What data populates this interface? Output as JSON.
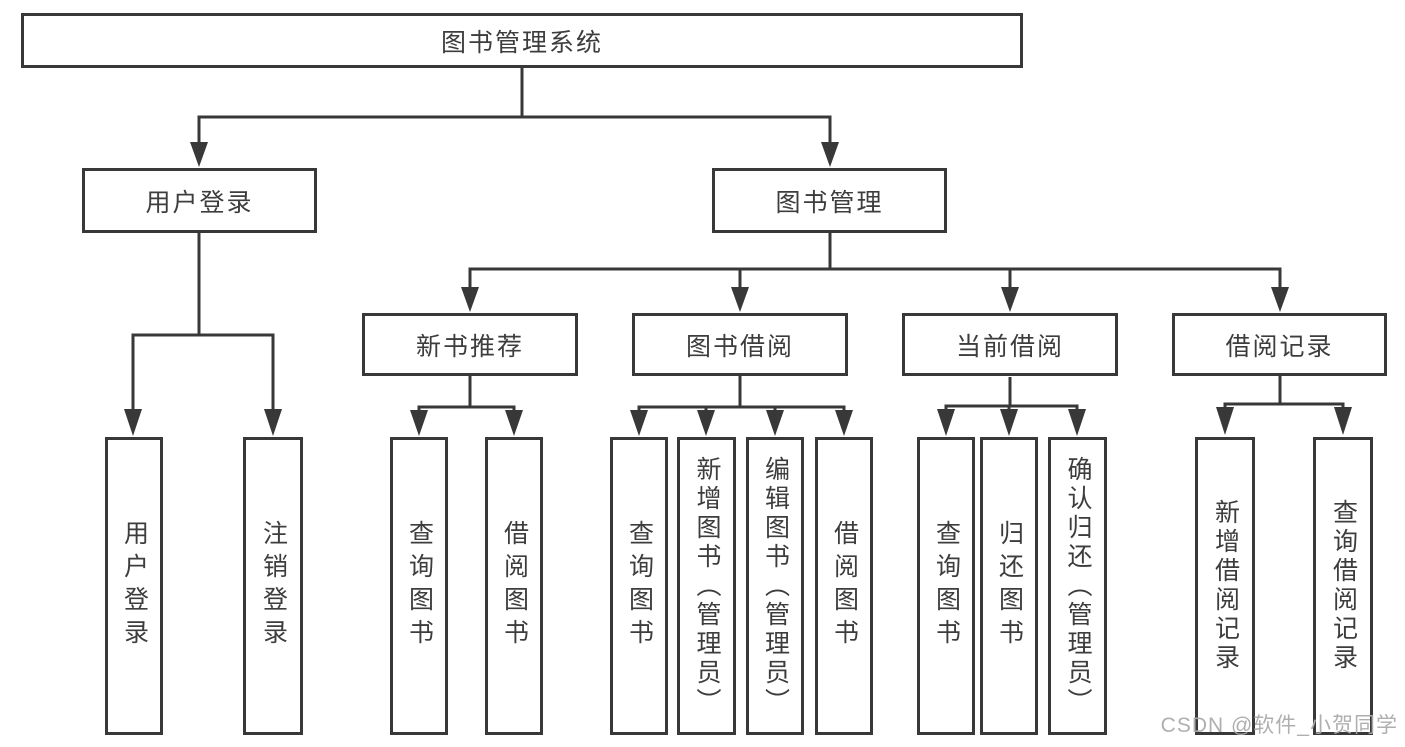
{
  "diagram": {
    "root": {
      "label": "图书管理系统"
    },
    "level2": [
      {
        "id": "user-login",
        "label": "用户登录"
      },
      {
        "id": "book-management",
        "label": "图书管理"
      }
    ],
    "level3": [
      {
        "id": "new-book-recommend",
        "label": "新书推荐"
      },
      {
        "id": "book-borrowing",
        "label": "图书借阅"
      },
      {
        "id": "current-borrowing",
        "label": "当前借阅"
      },
      {
        "id": "borrowing-records",
        "label": "借阅记录"
      }
    ],
    "leaves": [
      {
        "id": "user-login",
        "label": "用户登录",
        "parent": "用户登录"
      },
      {
        "id": "logout",
        "label": "注销登录",
        "parent": "用户登录"
      },
      {
        "id": "query-books-recommend",
        "label": "查询图书",
        "parent": "新书推荐"
      },
      {
        "id": "borrow-books-recommend",
        "label": "借阅图书",
        "parent": "新书推荐"
      },
      {
        "id": "query-books-borrowing",
        "label": "查询图书",
        "parent": "图书借阅"
      },
      {
        "id": "add-books-admin",
        "label": "新增图书（管理员）",
        "parent": "图书借阅"
      },
      {
        "id": "edit-books-admin",
        "label": "编辑图书（管理员）",
        "parent": "图书借阅"
      },
      {
        "id": "borrow-books-borrowing",
        "label": "借阅图书",
        "parent": "图书借阅"
      },
      {
        "id": "query-books-current",
        "label": "查询图书",
        "parent": "当前借阅"
      },
      {
        "id": "return-books",
        "label": "归还图书",
        "parent": "当前借阅"
      },
      {
        "id": "confirm-return-admin",
        "label": "确认归还（管理员）",
        "parent": "当前借阅"
      },
      {
        "id": "add-borrow-record",
        "label": "新增借阅记录",
        "parent": "借阅记录"
      },
      {
        "id": "query-borrow-record",
        "label": "查询借阅记录",
        "parent": "借阅记录"
      }
    ]
  },
  "watermark": {
    "text": "CSDN @软件_小贺同学"
  },
  "colors": {
    "line": "#383838",
    "box_border": "#383838",
    "text": "#3d3d3d",
    "watermark": "#ababab",
    "background": "#ffffff"
  }
}
